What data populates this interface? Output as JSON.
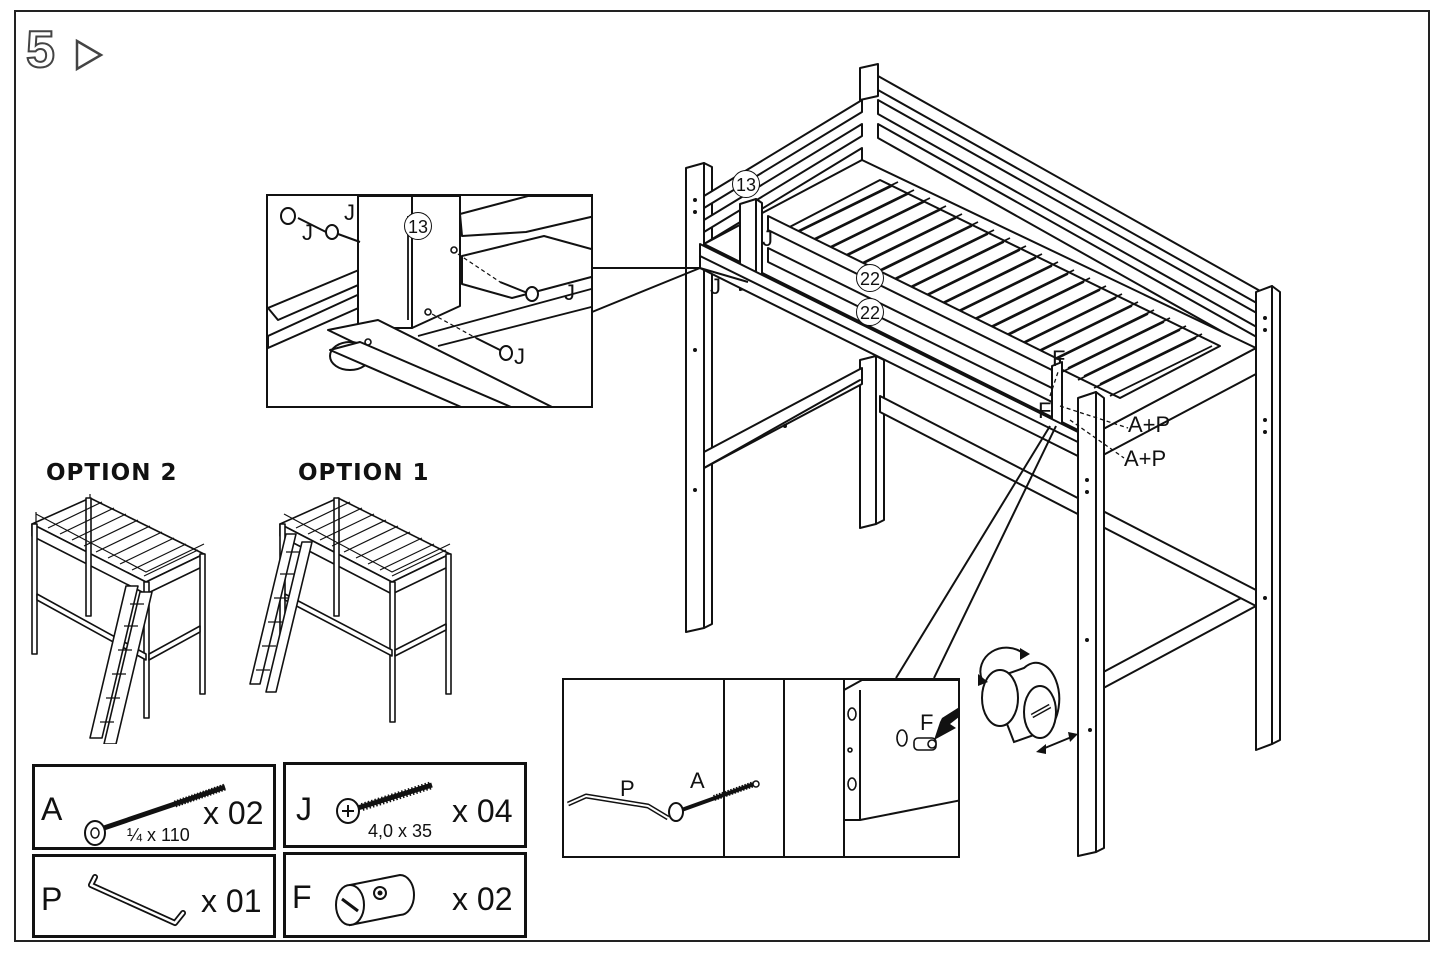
{
  "step": {
    "number": "5",
    "arrow_icon": "play-triangle-icon"
  },
  "options": [
    {
      "label": "OPTION 2"
    },
    {
      "label": "OPTION 1"
    }
  ],
  "hardware": [
    {
      "letter": "A",
      "size": "¼ x 110",
      "qty": "x 02",
      "icon": "long-bolt-icon"
    },
    {
      "letter": "J",
      "size": "4,0 x 35",
      "qty": "x 04",
      "icon": "wood-screw-icon"
    },
    {
      "letter": "P",
      "size": "",
      "qty": "x 01",
      "icon": "allen-key-icon"
    },
    {
      "letter": "F",
      "size": "",
      "qty": "x 02",
      "icon": "barrel-nut-icon"
    }
  ],
  "main_labels": {
    "part_13": "13",
    "part_22a": "22",
    "part_22b": "22",
    "j_top": "J",
    "j_left": "J",
    "f_top": "F",
    "f_bottom": "F",
    "ap_top": "A+P",
    "ap_bottom": "A+P"
  },
  "detail_top": {
    "part_13": "13",
    "j1": "J",
    "j2": "J",
    "j3": "J",
    "j4": "J"
  },
  "detail_bottom": {
    "p": "P",
    "a": "A",
    "f": "F"
  }
}
